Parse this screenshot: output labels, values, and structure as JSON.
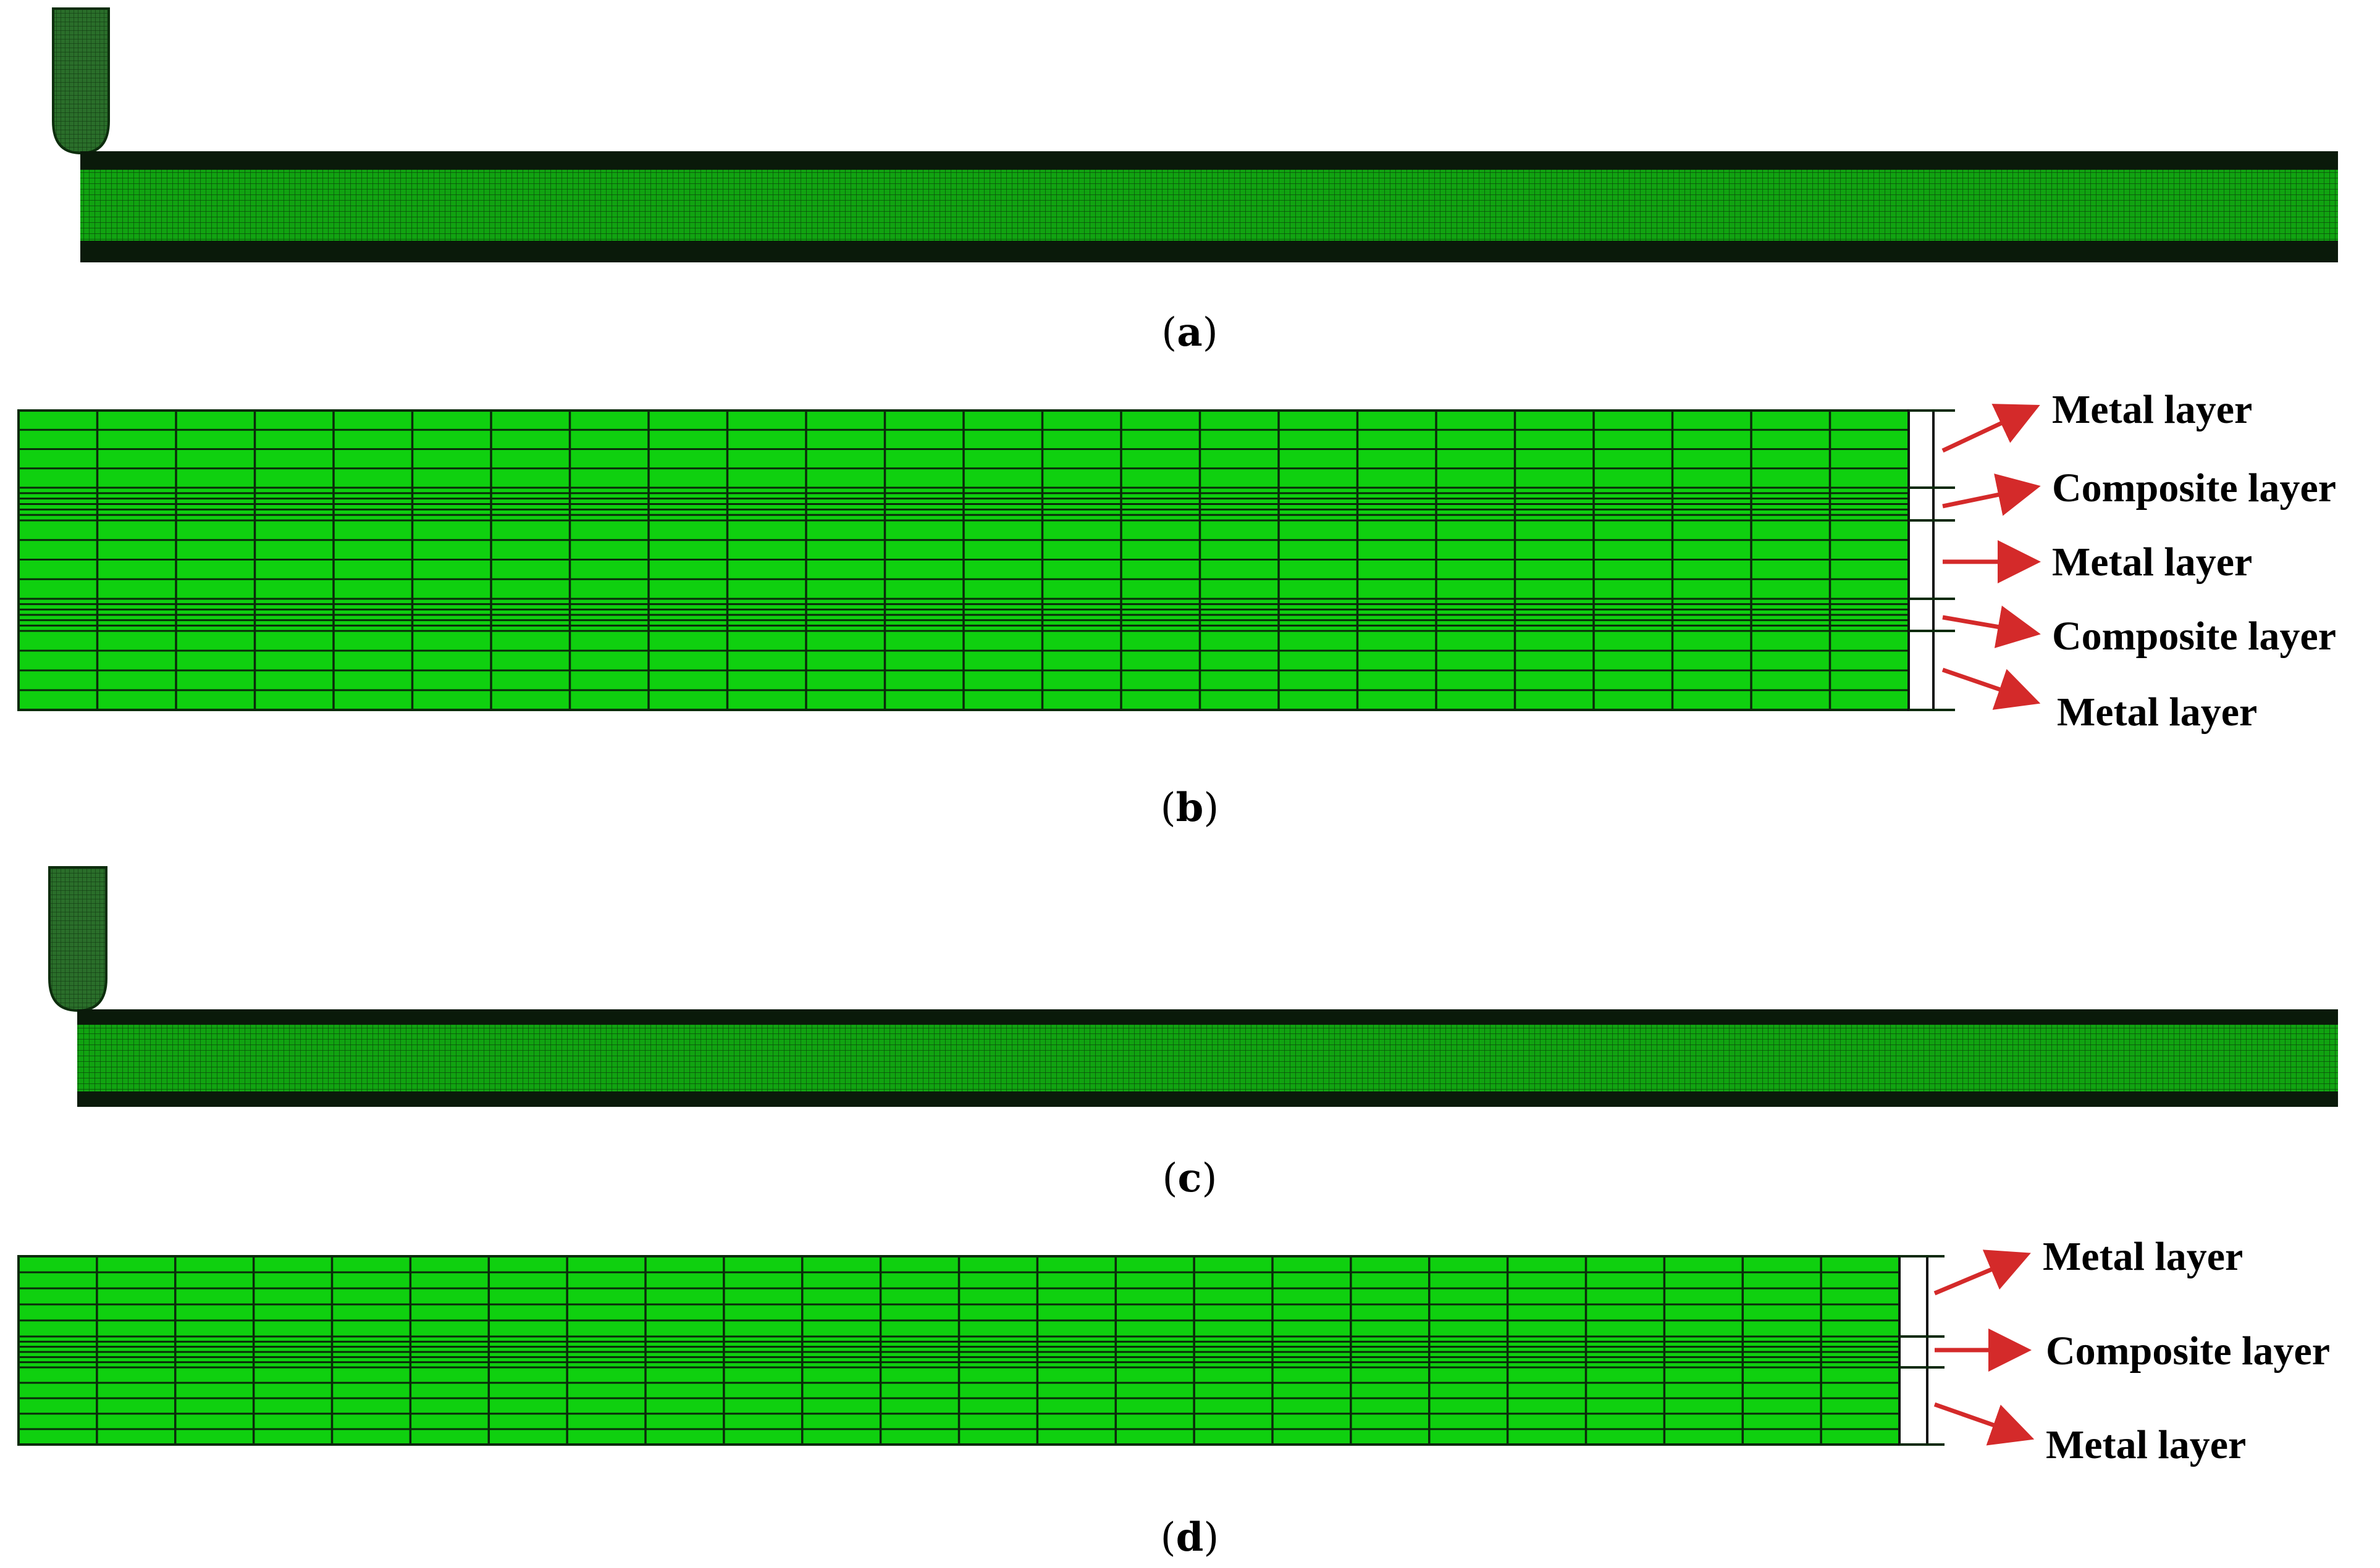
{
  "colors": {
    "mesh_green": "#0fd00f",
    "fine_mesh_green": "#119911",
    "dark_band": "#0a1a0a",
    "grid_line": "#0b2a0b",
    "impactor": "#1e5b1e",
    "arrow_red": "#d42a2a"
  },
  "panels": [
    {
      "id": "a",
      "caption_letter": "a",
      "kind": "overview"
    },
    {
      "id": "b",
      "caption_letter": "b",
      "kind": "detail",
      "labels": [
        "Metal layer",
        "Composite layer",
        "Metal layer",
        "Composite layer",
        "Metal layer"
      ]
    },
    {
      "id": "c",
      "caption_letter": "c",
      "kind": "overview"
    },
    {
      "id": "d",
      "caption_letter": "d",
      "kind": "detail",
      "labels": [
        "Metal layer",
        "Composite layer",
        "Metal layer"
      ]
    }
  ]
}
